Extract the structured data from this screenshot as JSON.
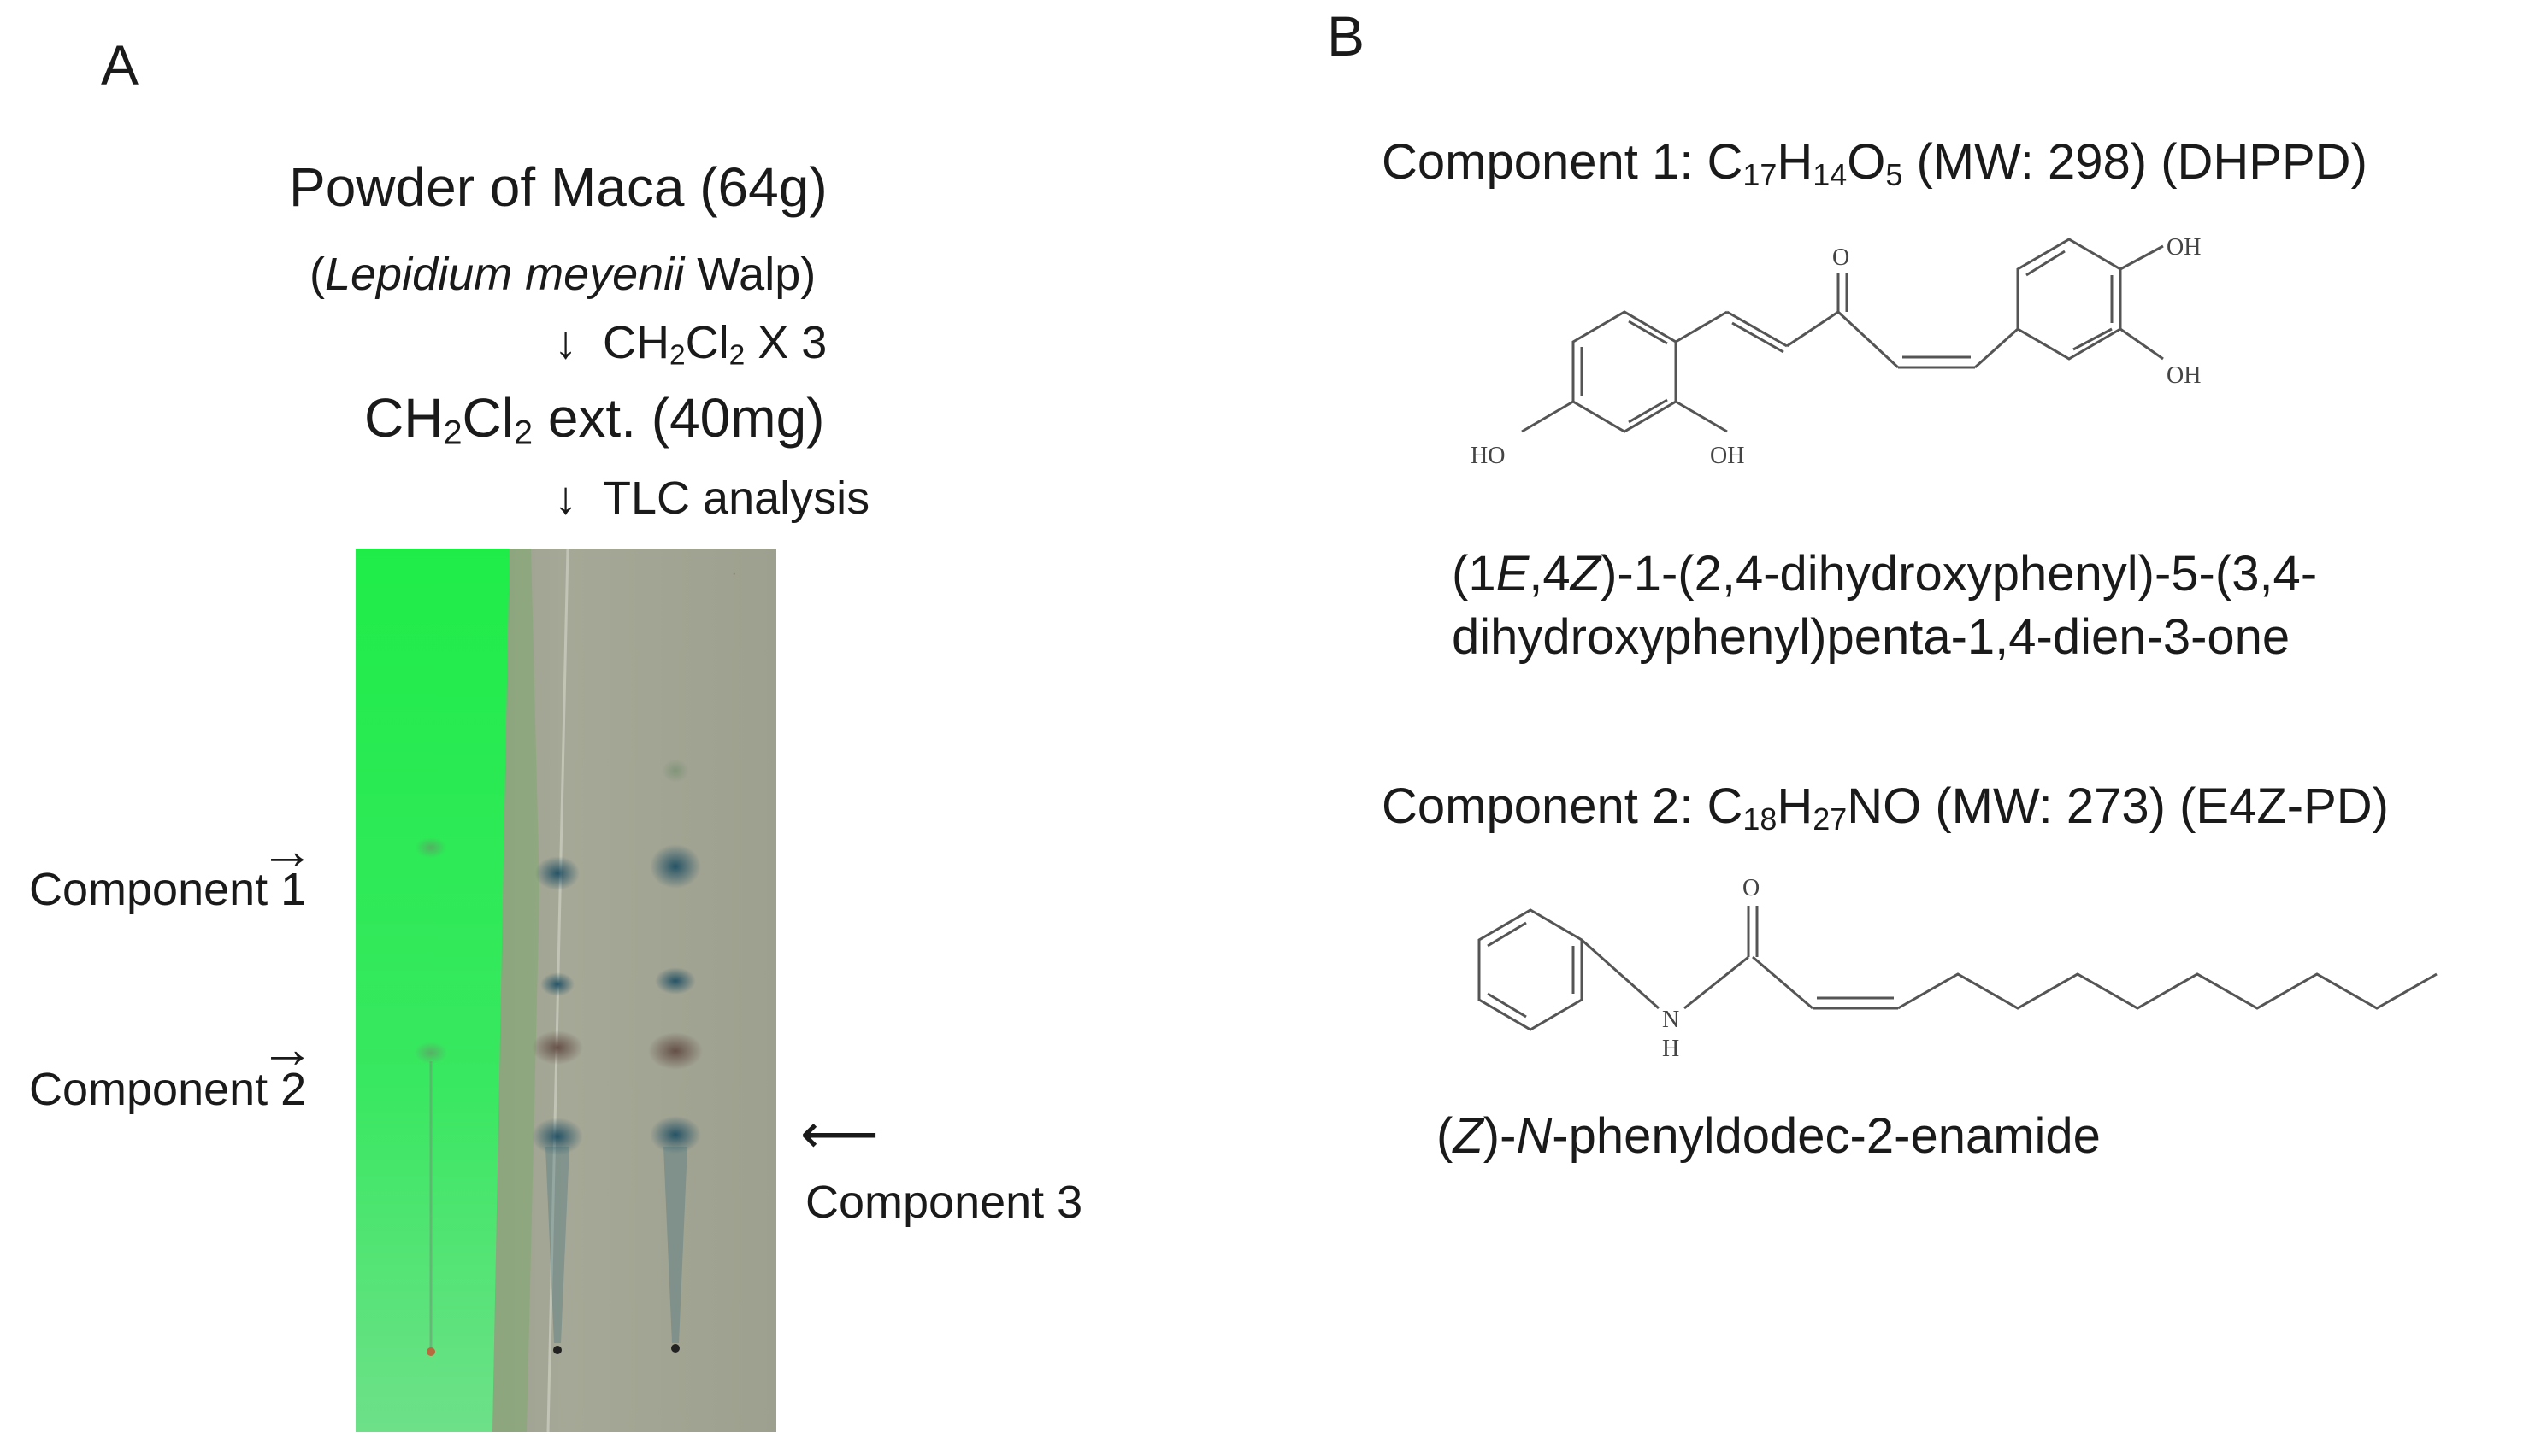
{
  "panel_a": {
    "letter": "A",
    "title": "Powder of Maca (64g)",
    "species_open": "(",
    "species_italic": "Lepidium meyenii",
    "species_rest": " Walp)",
    "step1_arrow": "↓",
    "step1_pre": "CH",
    "step1_sub1": "2",
    "step1_mid": "Cl",
    "step1_sub2": "2",
    "step1_post": " X 3",
    "extract_pre": "CH",
    "extract_sub1": "2",
    "extract_mid": "Cl",
    "extract_sub2": "2",
    "extract_post": " ext. (40mg)",
    "step2_arrow": "↓",
    "step2_label": "TLC analysis",
    "comp1_arrow": "→",
    "comp1_label": "Component 1",
    "comp2_arrow": "→",
    "comp2_label": "Component 2",
    "comp3_arrow": "⟵",
    "comp3_label": "Component 3"
  },
  "panel_b": {
    "letter": "B",
    "c1": {
      "prefix": "Component 1: C",
      "n1": "17",
      "e2": "H",
      "n2": "14",
      "e3": "O",
      "n3": "5",
      "suffix": " (MW: 298) (DHPPD)",
      "name_l1_a": "(1",
      "name_l1_e": "E",
      "name_l1_b": ",4",
      "name_l1_z": "Z",
      "name_l1_c": ")-1-(2,4-dihydroxyphenyl)-5-(3,4-",
      "name_l2": "dihydroxyphenyl)penta-1,4-dien-3-one",
      "atoms": {
        "o": "O",
        "oh1": "OH",
        "oh2": "OH",
        "ho": "HO",
        "oh3": "OH"
      }
    },
    "c2": {
      "prefix": "Component 2: C",
      "n1": "18",
      "e2": "H",
      "n2": "27",
      "e3": "NO",
      "suffix": "  (MW: 273) (E4Z-PD)",
      "name_a": "(",
      "name_z": "Z",
      "name_b": ")-",
      "name_n": "N",
      "name_c": "-phenyldodec-2-enamide",
      "atoms": {
        "o": "O",
        "n": "N",
        "h": "H"
      }
    }
  },
  "colors": {
    "plate_green": "#22e84a",
    "plate_gray": "#9da292",
    "spot_blue": "#2b5d6e",
    "spot_brown": "#6f5a52"
  }
}
